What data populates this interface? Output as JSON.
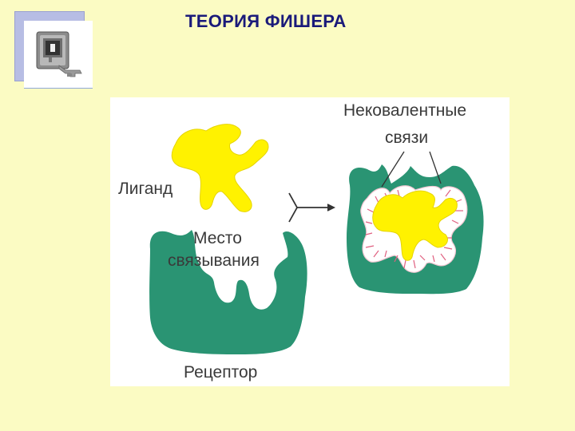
{
  "slide": {
    "title": "ТЕОРИЯ ФИШЕРА"
  },
  "diagram": {
    "ligand_label": "Лиганд",
    "binding_site_label_line1": "Место",
    "binding_site_label_line2": "связывания",
    "receptor_label": "Рецептор",
    "bonds_label_line1": "Нековалентные",
    "bonds_label_line2": "связи"
  },
  "colors": {
    "background": "#fbfbc3",
    "title": "#1a1a7a",
    "ligand": "#fff200",
    "receptor": "#2a9473",
    "bonds": "#e06080"
  },
  "icons": {
    "logo": "lock-switch-icon"
  }
}
